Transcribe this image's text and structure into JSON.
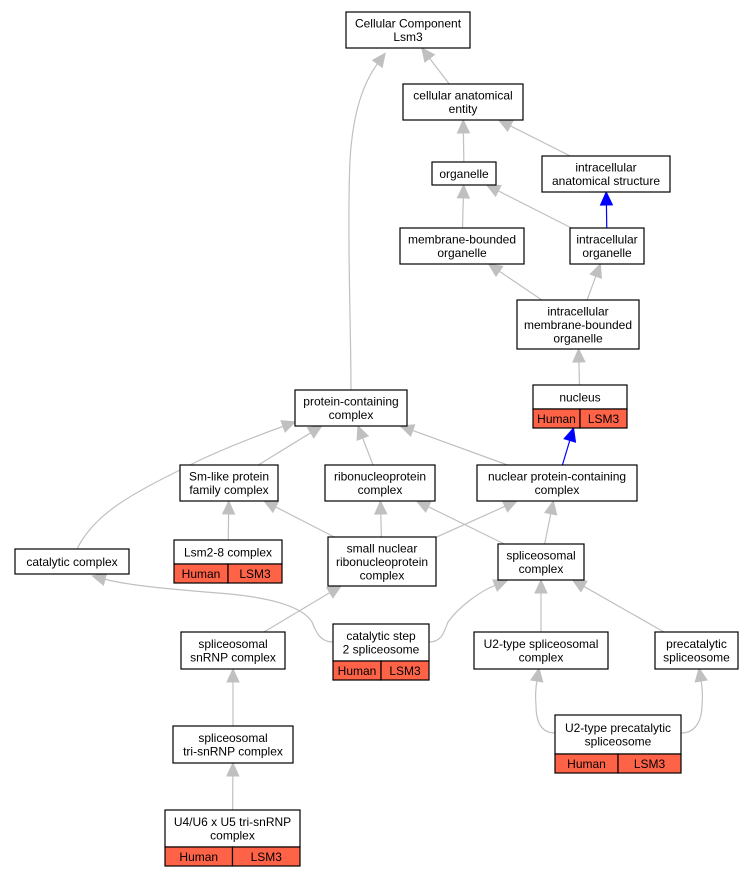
{
  "colors": {
    "edge_default": "#c0c0c0",
    "edge_highlight": "#0000ff",
    "annotation_fill": "#ff6347",
    "node_fill": "#ffffff",
    "node_stroke": "#000000"
  },
  "nodes": {
    "cellular_component_lsm3": {
      "lines": [
        "Cellular Component",
        "Lsm3"
      ]
    },
    "cellular_anatomical_entity": {
      "lines": [
        "cellular anatomical",
        "entity"
      ]
    },
    "organelle": {
      "lines": [
        "organelle"
      ]
    },
    "intracellular_anatomical_structure": {
      "lines": [
        "intracellular",
        "anatomical structure"
      ]
    },
    "membrane_bounded_organelle": {
      "lines": [
        "membrane-bounded",
        "organelle"
      ]
    },
    "intracellular_organelle": {
      "lines": [
        "intracellular",
        "organelle"
      ]
    },
    "intracellular_membrane_bounded_organelle": {
      "lines": [
        "intracellular",
        "membrane-bounded",
        "organelle"
      ]
    },
    "nucleus": {
      "lines": [
        "nucleus"
      ],
      "tags": [
        "Human",
        "LSM3"
      ]
    },
    "protein_containing_complex": {
      "lines": [
        "protein-containing",
        "complex"
      ]
    },
    "sm_like_protein_family_complex": {
      "lines": [
        "Sm-like protein",
        "family complex"
      ]
    },
    "ribonucleoprotein_complex": {
      "lines": [
        "ribonucleoprotein",
        "complex"
      ]
    },
    "nuclear_protein_containing_complex": {
      "lines": [
        "nuclear protein-containing",
        "complex"
      ]
    },
    "catalytic_complex": {
      "lines": [
        "catalytic complex"
      ]
    },
    "lsm2_8_complex": {
      "lines": [
        "Lsm2-8 complex"
      ],
      "tags": [
        "Human",
        "LSM3"
      ]
    },
    "small_nuclear_ribonucleoprotein_complex": {
      "lines": [
        "small nuclear",
        "ribonucleoprotein",
        "complex"
      ]
    },
    "spliceosomal_complex": {
      "lines": [
        "spliceosomal",
        "complex"
      ]
    },
    "spliceosomal_snrnp_complex": {
      "lines": [
        "spliceosomal",
        "snRNP complex"
      ]
    },
    "catalytic_step_2_spliceosome": {
      "lines": [
        "catalytic step",
        "2 spliceosome"
      ],
      "tags": [
        "Human",
        "LSM3"
      ]
    },
    "u2_type_spliceosomal_complex": {
      "lines": [
        "U2-type spliceosomal",
        "complex"
      ]
    },
    "precatalytic_spliceosome": {
      "lines": [
        "precatalytic",
        "spliceosome"
      ]
    },
    "spliceosomal_tri_snrnp_complex": {
      "lines": [
        "spliceosomal",
        "tri-snRNP complex"
      ]
    },
    "u2_type_precatalytic_spliceosome": {
      "lines": [
        "U2-type precatalytic",
        "spliceosome"
      ],
      "tags": [
        "Human",
        "LSM3"
      ]
    },
    "u4_u6_x_u5_tri_snrnp_complex": {
      "lines": [
        "U4/U6 x U5 tri-snRNP",
        "complex"
      ],
      "tags": [
        "Human",
        "LSM3"
      ]
    }
  },
  "edges": [
    {
      "from": "cellular_anatomical_entity",
      "to": "cellular_component_lsm3",
      "highlight": false
    },
    {
      "from": "protein_containing_complex",
      "to": "cellular_component_lsm3",
      "highlight": false
    },
    {
      "from": "organelle",
      "to": "cellular_anatomical_entity",
      "highlight": false
    },
    {
      "from": "intracellular_anatomical_structure",
      "to": "cellular_anatomical_entity",
      "highlight": false
    },
    {
      "from": "membrane_bounded_organelle",
      "to": "organelle",
      "highlight": false
    },
    {
      "from": "intracellular_organelle",
      "to": "organelle",
      "highlight": false
    },
    {
      "from": "intracellular_organelle",
      "to": "intracellular_anatomical_structure",
      "highlight": true
    },
    {
      "from": "intracellular_membrane_bounded_organelle",
      "to": "membrane_bounded_organelle",
      "highlight": false
    },
    {
      "from": "intracellular_membrane_bounded_organelle",
      "to": "intracellular_organelle",
      "highlight": false
    },
    {
      "from": "nucleus",
      "to": "intracellular_membrane_bounded_organelle",
      "highlight": false
    },
    {
      "from": "nuclear_protein_containing_complex",
      "to": "nucleus",
      "highlight": true
    },
    {
      "from": "catalytic_complex",
      "to": "protein_containing_complex",
      "highlight": false
    },
    {
      "from": "sm_like_protein_family_complex",
      "to": "protein_containing_complex",
      "highlight": false
    },
    {
      "from": "ribonucleoprotein_complex",
      "to": "protein_containing_complex",
      "highlight": false
    },
    {
      "from": "nuclear_protein_containing_complex",
      "to": "protein_containing_complex",
      "highlight": false
    },
    {
      "from": "lsm2_8_complex",
      "to": "sm_like_protein_family_complex",
      "highlight": false
    },
    {
      "from": "small_nuclear_ribonucleoprotein_complex",
      "to": "sm_like_protein_family_complex",
      "highlight": false
    },
    {
      "from": "small_nuclear_ribonucleoprotein_complex",
      "to": "ribonucleoprotein_complex",
      "highlight": false
    },
    {
      "from": "small_nuclear_ribonucleoprotein_complex",
      "to": "nuclear_protein_containing_complex",
      "highlight": false
    },
    {
      "from": "spliceosomal_complex",
      "to": "ribonucleoprotein_complex",
      "highlight": false
    },
    {
      "from": "spliceosomal_complex",
      "to": "nuclear_protein_containing_complex",
      "highlight": false
    },
    {
      "from": "catalytic_step_2_spliceosome",
      "to": "catalytic_complex",
      "highlight": false
    },
    {
      "from": "catalytic_step_2_spliceosome",
      "to": "spliceosomal_complex",
      "highlight": false
    },
    {
      "from": "spliceosomal_snrnp_complex",
      "to": "small_nuclear_ribonucleoprotein_complex",
      "highlight": false
    },
    {
      "from": "u2_type_spliceosomal_complex",
      "to": "spliceosomal_complex",
      "highlight": false
    },
    {
      "from": "precatalytic_spliceosome",
      "to": "spliceosomal_complex",
      "highlight": false
    },
    {
      "from": "spliceosomal_tri_snrnp_complex",
      "to": "spliceosomal_snrnp_complex",
      "highlight": false
    },
    {
      "from": "u2_type_precatalytic_spliceosome",
      "to": "u2_type_spliceosomal_complex",
      "highlight": false
    },
    {
      "from": "u2_type_precatalytic_spliceosome",
      "to": "precatalytic_spliceosome",
      "highlight": false
    },
    {
      "from": "u4_u6_x_u5_tri_snrnp_complex",
      "to": "spliceosomal_tri_snrnp_complex",
      "highlight": false
    }
  ]
}
